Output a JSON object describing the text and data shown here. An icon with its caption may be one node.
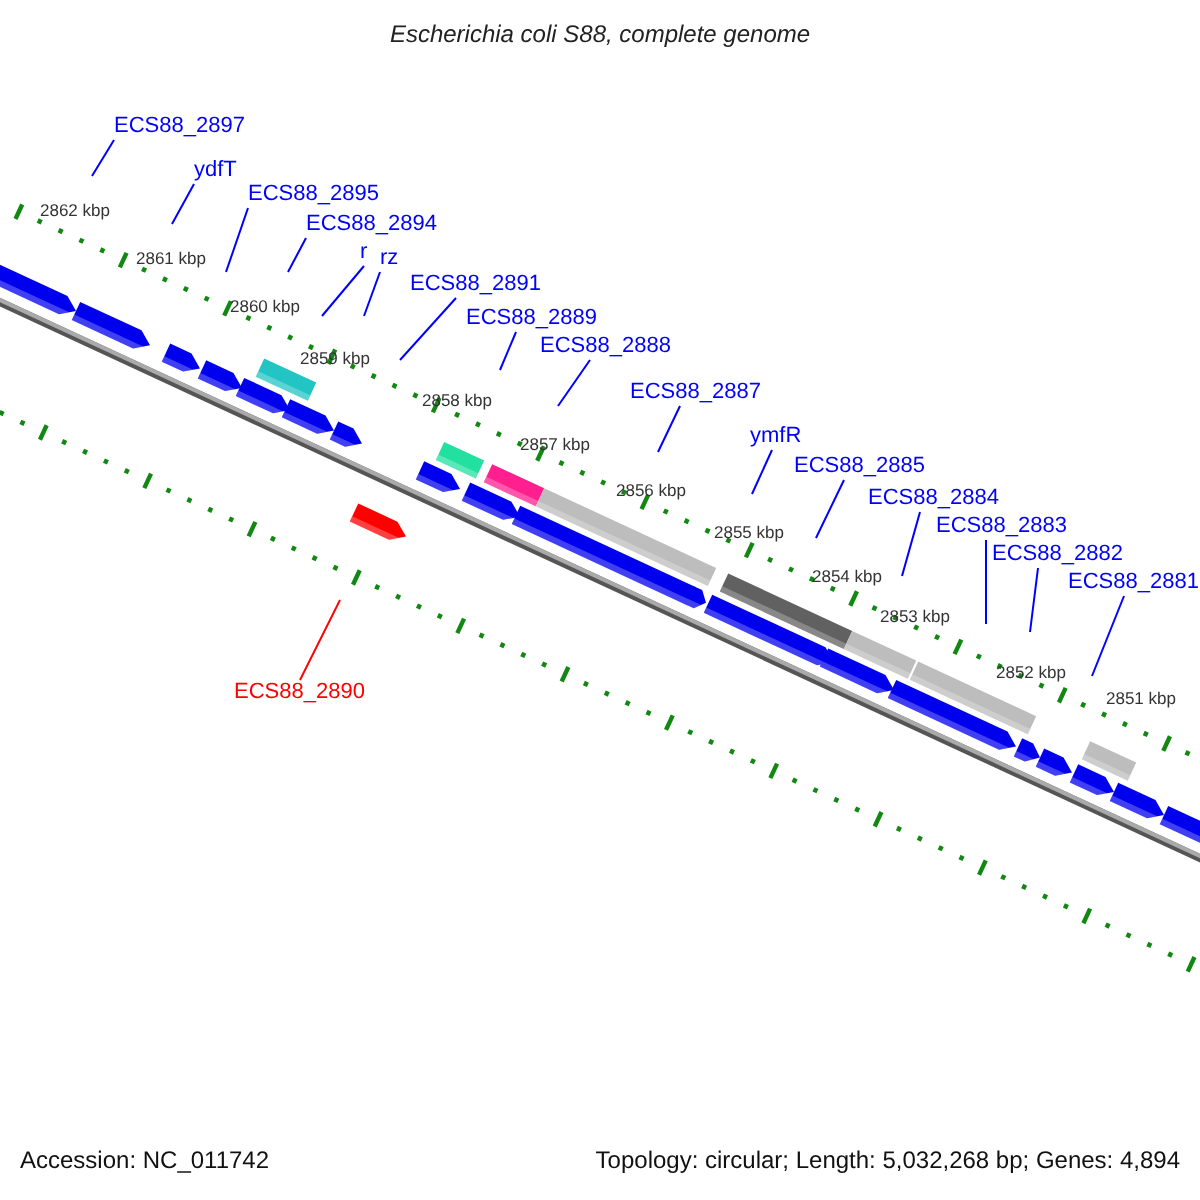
{
  "diagram": {
    "title": "Escherichia coli S88, complete genome",
    "nodes": [
      {
        "text": [
          "ECS88_2897"
        ]
      },
      {
        "text": [
          "ydfT"
        ]
      },
      {
        "text": [
          "ECS88_2895"
        ]
      },
      {
        "text": [
          "ECS88_2894"
        ]
      },
      {
        "text": [
          "r"
        ]
      },
      {
        "text": [
          "rz"
        ]
      },
      {
        "text": [
          "ECS88_2891"
        ]
      },
      {
        "text": [
          "ECS88_2889"
        ]
      },
      {
        "text": [
          "ECS88_2888"
        ]
      },
      {
        "text": [
          "ECS88_2887"
        ]
      },
      {
        "text": [
          "ymfR"
        ]
      },
      {
        "text": [
          "ECS88_2885"
        ]
      },
      {
        "text": [
          "ECS88_2884"
        ]
      },
      {
        "text": [
          "ECS88_2883"
        ]
      },
      {
        "text": [
          "ECS88_2882"
        ]
      },
      {
        "text": [
          "ECS88_2881"
        ]
      },
      {
        "text": [
          "ECS88_2890"
        ]
      }
    ],
    "edges": [
      {
        "from": 0,
        "to": null,
        "arrow": "none"
      },
      {
        "from": 1,
        "to": null,
        "arrow": "none"
      },
      {
        "from": 2,
        "to": null,
        "arrow": "none"
      },
      {
        "from": 3,
        "to": null,
        "arrow": "none"
      },
      {
        "from": 4,
        "to": null,
        "arrow": "none"
      },
      {
        "from": 5,
        "to": null,
        "arrow": "none"
      },
      {
        "from": 6,
        "to": null,
        "arrow": "none"
      },
      {
        "from": 7,
        "to": null,
        "arrow": "none"
      },
      {
        "from": 8,
        "to": null,
        "arrow": "none"
      },
      {
        "from": 9,
        "to": null,
        "arrow": "none"
      },
      {
        "from": 10,
        "to": null,
        "arrow": "none"
      },
      {
        "from": 11,
        "to": null,
        "arrow": "none"
      },
      {
        "from": 12,
        "to": null,
        "arrow": "none"
      },
      {
        "from": 13,
        "to": null,
        "arrow": "none"
      },
      {
        "from": 14,
        "to": null,
        "arrow": "none"
      },
      {
        "from": 15,
        "to": null,
        "arrow": "none"
      },
      {
        "from": 16,
        "to": null,
        "arrow": "none",
        "color": "#ff0000"
      }
    ],
    "labels": [
      "2862 kbp",
      "2861 kbp",
      "2860 kbp",
      "2859 kbp",
      "2858 kbp",
      "2857 kbp",
      "2856 kbp",
      "2855 kbp",
      "2854 kbp",
      "2853 kbp",
      "2852 kbp",
      "2851 kbp",
      "Accession: NC_011742",
      "Topology: circular; Length: 5,032,268 bp; Genes: 4,894"
    ]
  }
}
